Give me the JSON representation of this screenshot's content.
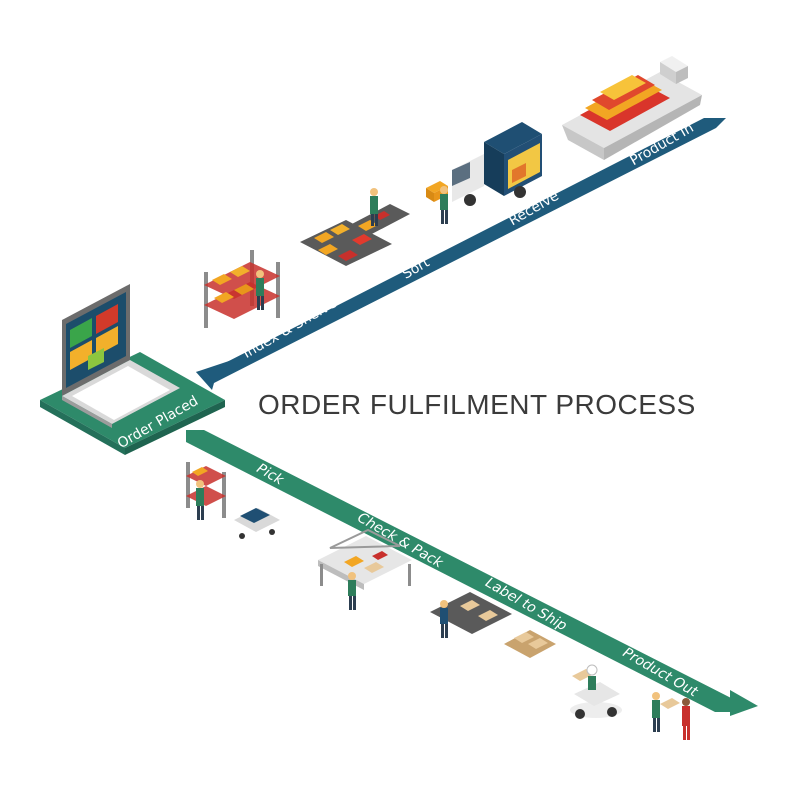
{
  "title": "ORDER FULFILMENT PROCESS",
  "colors": {
    "inbound_band": "#1f5b7c",
    "outbound_band": "#2e8a6a",
    "platform": "#2e8a6a",
    "accent_orange": "#f5a623",
    "accent_red": "#c8302c",
    "text_title": "#3b3b3b"
  },
  "inbound_steps": [
    {
      "label": "Product In",
      "icon": "cargo-ship-icon"
    },
    {
      "label": "Receive",
      "icon": "delivery-truck-icon"
    },
    {
      "label": "Sort",
      "icon": "sorting-conveyor-icon"
    },
    {
      "label": "Index & Shelve",
      "icon": "warehouse-shelf-icon"
    }
  ],
  "hub": {
    "label": "Order Placed",
    "icon": "laptop-cart-icon"
  },
  "outbound_steps": [
    {
      "label": "Pick",
      "icon": "picking-shelf-icon"
    },
    {
      "label": "Check & Pack",
      "icon": "packing-table-icon"
    },
    {
      "label": "Label to Ship",
      "icon": "labeling-conveyor-icon"
    },
    {
      "label": "Product Out",
      "icon": "courier-scooter-icon"
    }
  ]
}
